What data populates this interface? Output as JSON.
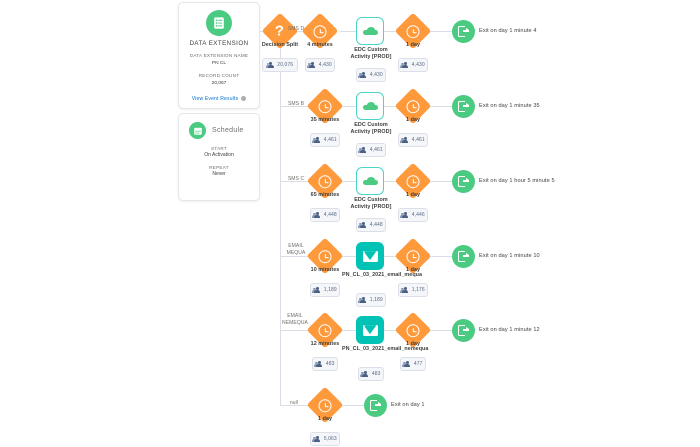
{
  "entry_source": {
    "icon": "list-document-icon",
    "title": "DATA EXTENSION",
    "field1_label": "DATA EXTENSION NAME",
    "field1_value": "PN CL",
    "field2_label": "RECORD COUNT",
    "field2_value": "20,067",
    "link_label": "View Event Results",
    "help_icon": "help-icon"
  },
  "schedule": {
    "icon": "calendar-icon",
    "title": "Schedule",
    "start_label": "START",
    "start_value": "On Activation",
    "repeat_label": "REPEAT",
    "repeat_value": "Never"
  },
  "decision_split": {
    "icon": "question-mark-icon",
    "label": "Decision Split",
    "count": "20,076"
  },
  "branches": [
    {
      "branch_label": "SMS D",
      "wait1": {
        "icon": "clock-icon",
        "label": "4 minutes",
        "count": "4,430"
      },
      "activity": {
        "icon": "cloud-activity-icon",
        "label": "EDC Custom Activity [PROD]",
        "count": "4,430",
        "kind": "custom"
      },
      "wait2": {
        "icon": "clock-icon",
        "label": "1 day",
        "count": "4,430"
      },
      "exit": {
        "icon": "exit-icon",
        "label": "Exit on day 1 minute 4"
      }
    },
    {
      "branch_label": "SMS B",
      "wait1": {
        "icon": "clock-icon",
        "label": "35 minutes",
        "count": "4,461"
      },
      "activity": {
        "icon": "cloud-activity-icon",
        "label": "EDC Custom Activity [PROD]",
        "count": "4,461",
        "kind": "custom"
      },
      "wait2": {
        "icon": "clock-icon",
        "label": "1 day",
        "count": "4,461"
      },
      "exit": {
        "icon": "exit-icon",
        "label": "Exit on day 1 minute 35"
      }
    },
    {
      "branch_label": "SMS C",
      "wait1": {
        "icon": "clock-icon",
        "label": "65 minutes",
        "count": "4,448"
      },
      "activity": {
        "icon": "cloud-activity-icon",
        "label": "EDC Custom Activity [PROD]",
        "count": "4,448",
        "kind": "custom"
      },
      "wait2": {
        "icon": "clock-icon",
        "label": "1 day",
        "count": "4,446"
      },
      "exit": {
        "icon": "exit-icon",
        "label": "Exit on day 1 hour 5 minute 5"
      }
    },
    {
      "branch_label": "EMAIL MEQUA",
      "wait1": {
        "icon": "clock-icon",
        "label": "10 minutes",
        "count": "1,189"
      },
      "activity": {
        "icon": "envelope-icon",
        "label": "PN_CL_03_2021_email_mequa",
        "count": "1,189",
        "kind": "email"
      },
      "wait2": {
        "icon": "clock-icon",
        "label": "1 day",
        "count": "1,176"
      },
      "exit": {
        "icon": "exit-icon",
        "label": "Exit on day 1 minute 10"
      }
    },
    {
      "branch_label": "EMAIL NEMEQUA",
      "wait1": {
        "icon": "clock-icon",
        "label": "12 minutes",
        "count": "483"
      },
      "activity": {
        "icon": "envelope-icon",
        "label": "PN_CL_03_2021_email_nemequa",
        "count": "483",
        "kind": "email"
      },
      "wait2": {
        "icon": "clock-icon",
        "label": "1 day",
        "count": "477"
      },
      "exit": {
        "icon": "exit-icon",
        "label": "Exit on day 1 minute 12"
      }
    },
    {
      "branch_label": "null",
      "wait1": null,
      "activity": null,
      "wait2": {
        "icon": "clock-icon",
        "label": "1 day",
        "count": "5,063"
      },
      "exit": {
        "icon": "exit-icon",
        "label": "Exit on day 1"
      }
    }
  ],
  "colors": {
    "wait_orange": "#ff9a3c",
    "exit_green": "#4bca81",
    "email_teal": "#00c3b5",
    "custom_teal_border": "#4bd4c8",
    "link_blue": "#0070d2",
    "connector": "#d8dde6"
  }
}
